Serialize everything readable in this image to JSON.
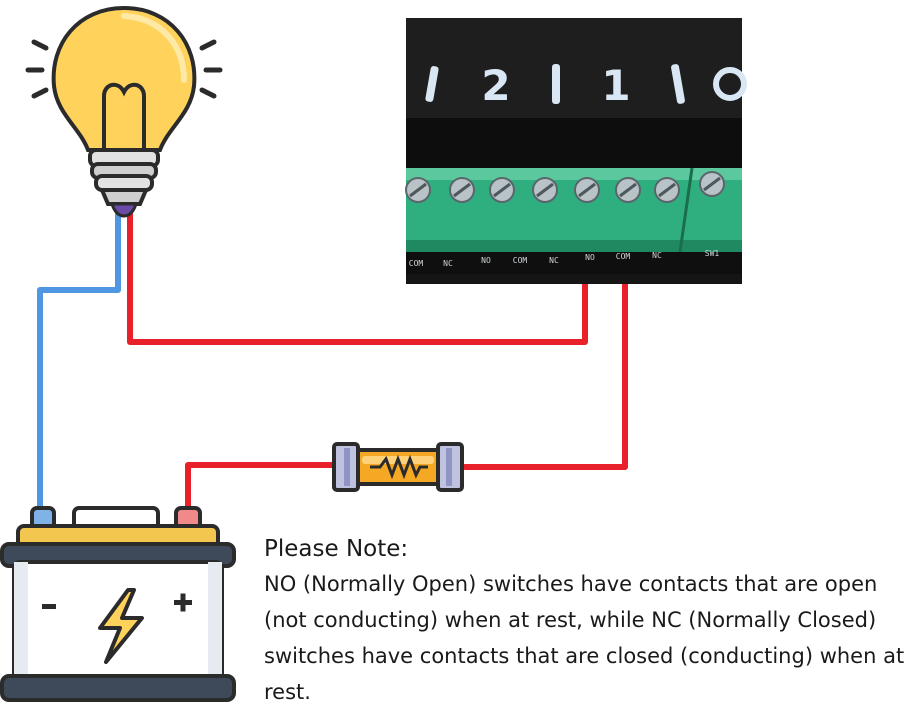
{
  "relay": {
    "channel_labels": [
      "2",
      "1"
    ],
    "terminal_labels": [
      "COM",
      "NC",
      "NO",
      "COM",
      "NC",
      "NO",
      "COM",
      "NC",
      "SW1"
    ]
  },
  "note": {
    "title": "Please Note:",
    "body": "NO (Normally Open) switches have contacts that are open (not conducting) when at rest, while NC (Normally Closed) switches have contacts that are closed (conducting) when at rest."
  },
  "colors": {
    "wire_positive": "#e8202a",
    "wire_negative": "#4f97e3",
    "terminal_block": "#2fae7f",
    "bulb_glass": "#ffd25c",
    "battery_top": "#f3c64f",
    "fuse_body": "#f5a823"
  },
  "icons": [
    "light-bulb-icon",
    "battery-icon",
    "lightning-bolt-icon",
    "fuse-icon"
  ]
}
